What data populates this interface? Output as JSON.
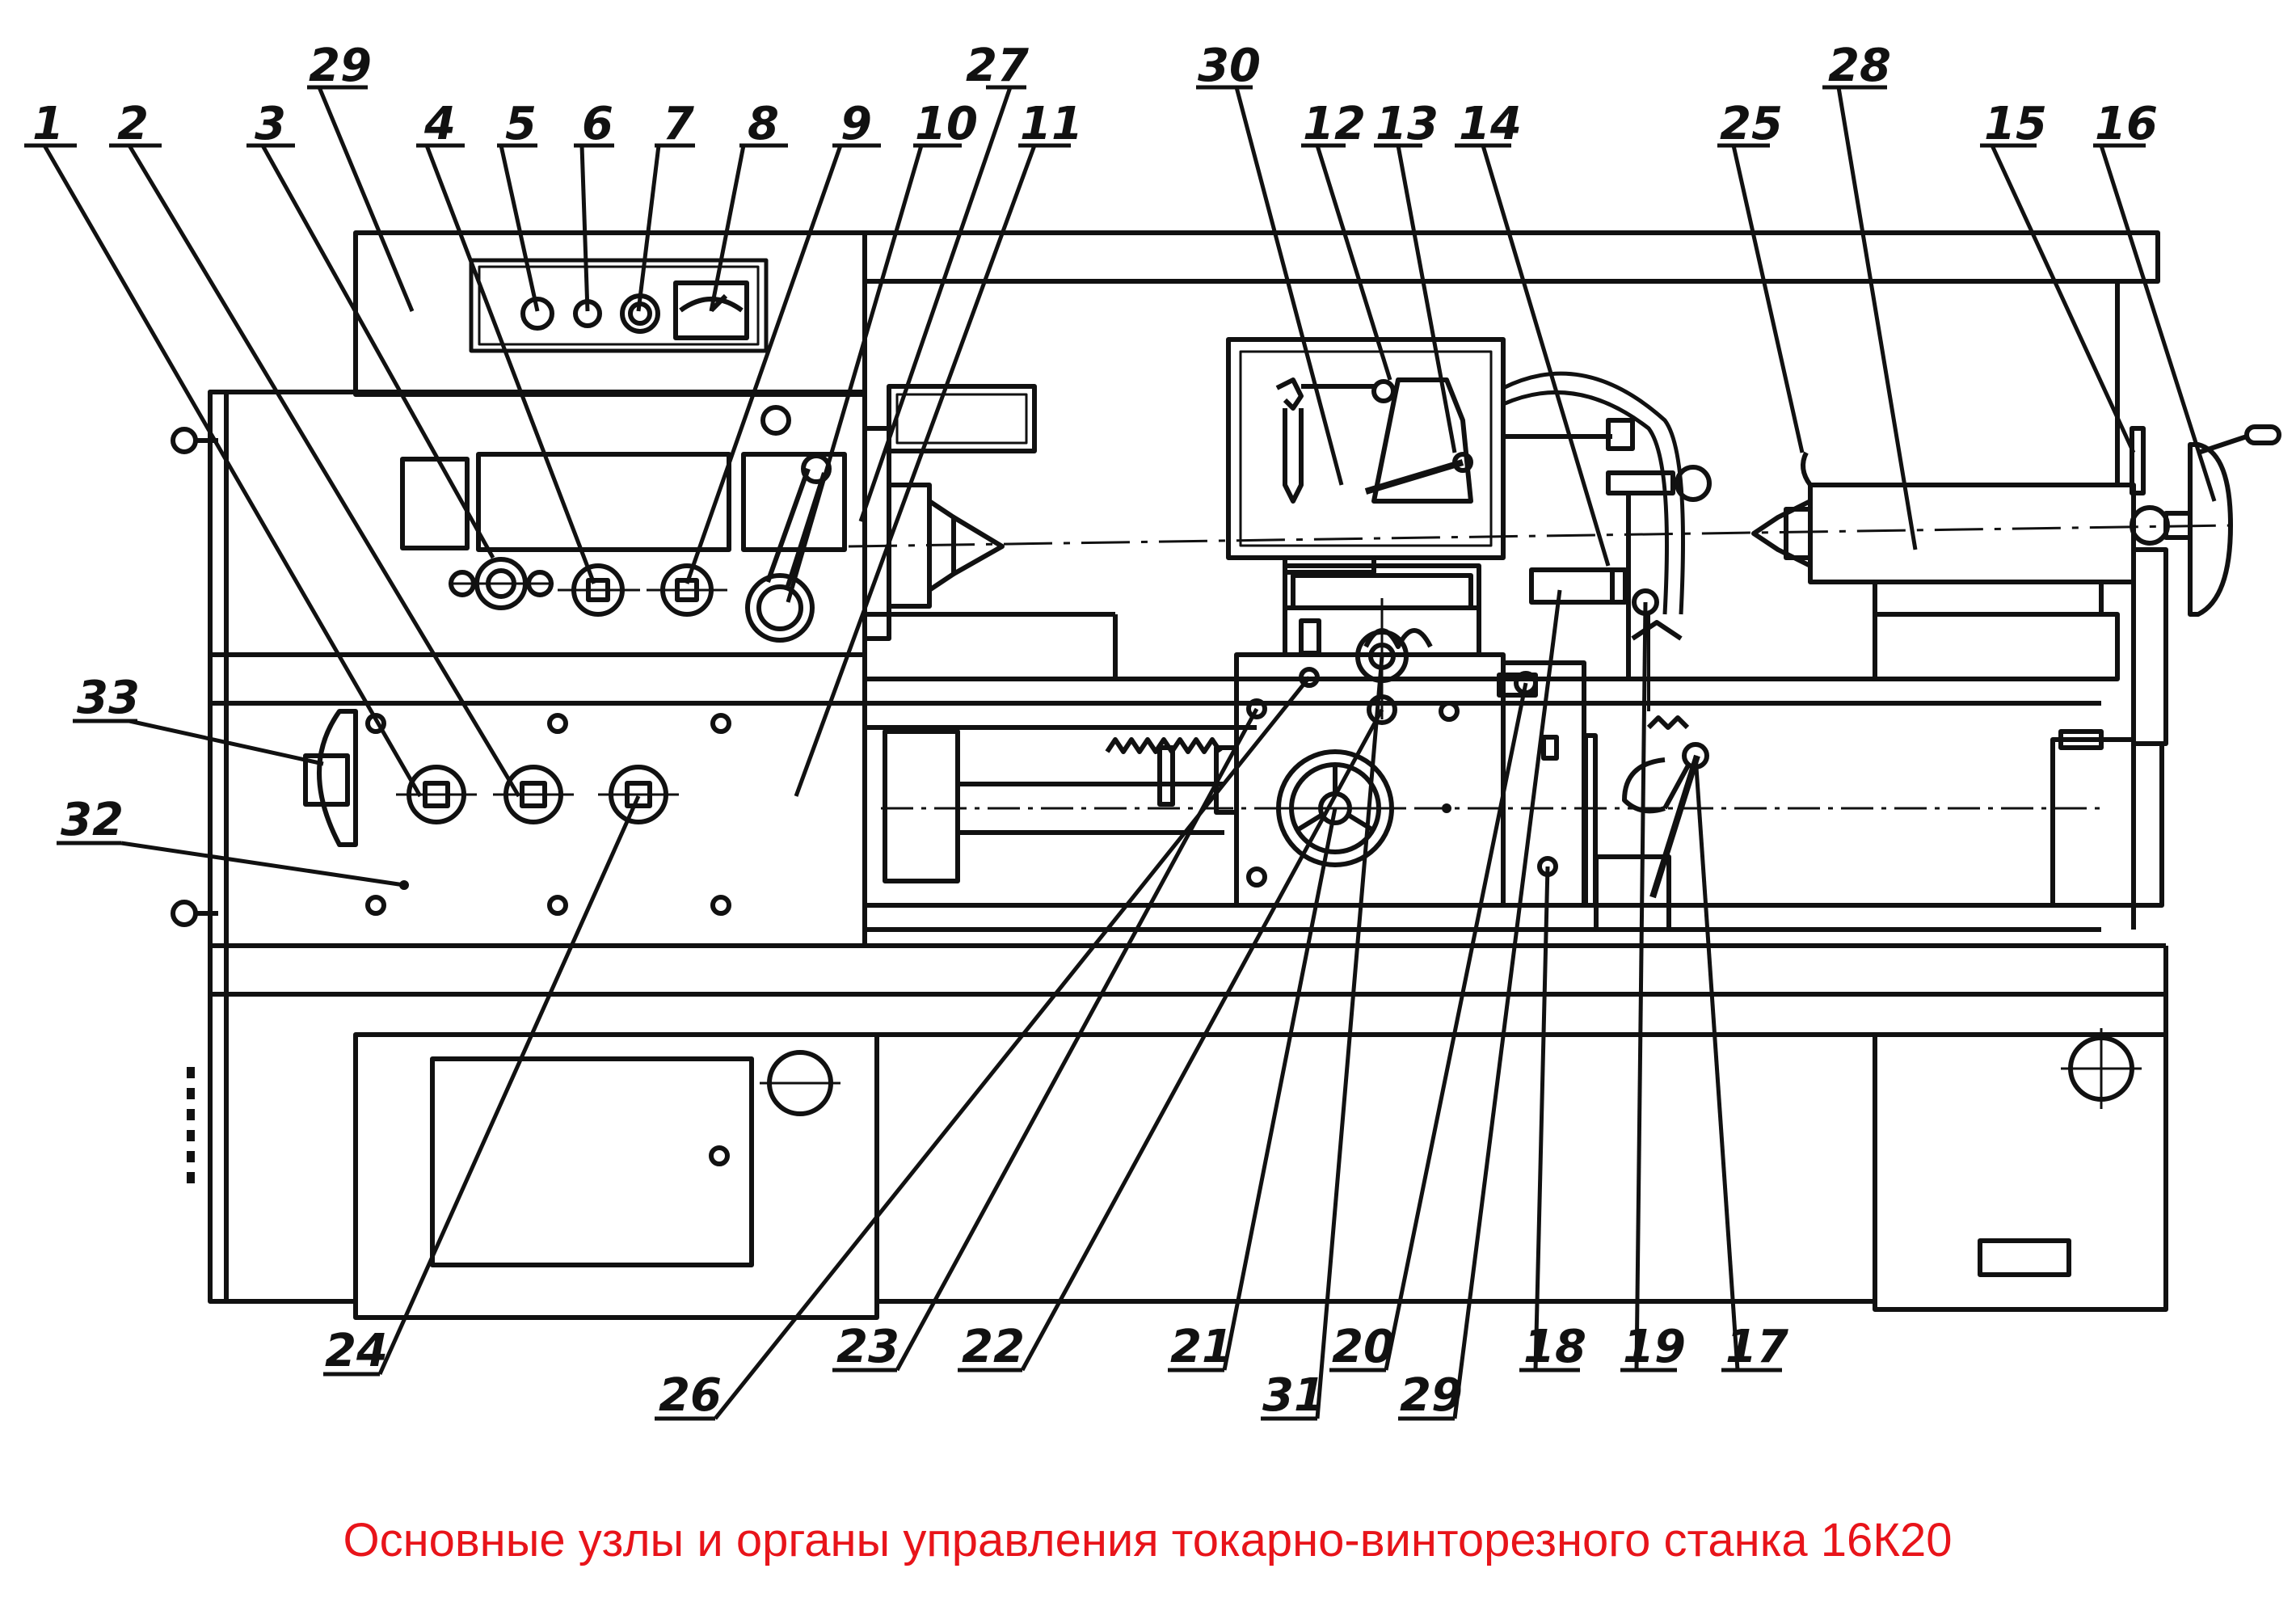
{
  "diagram": {
    "caption": "Основные узлы и органы управления токарно-винторезного станка 16К20",
    "caption_color": "#e8141a",
    "line_color": "#111111",
    "callouts": [
      {
        "id": "c1",
        "label": "1"
      },
      {
        "id": "c2",
        "label": "2"
      },
      {
        "id": "c3",
        "label": "3"
      },
      {
        "id": "c29a",
        "label": "29"
      },
      {
        "id": "c4",
        "label": "4"
      },
      {
        "id": "c5",
        "label": "5"
      },
      {
        "id": "c6",
        "label": "6"
      },
      {
        "id": "c7",
        "label": "7"
      },
      {
        "id": "c8",
        "label": "8"
      },
      {
        "id": "c9",
        "label": "9"
      },
      {
        "id": "c10",
        "label": "10"
      },
      {
        "id": "c27",
        "label": "27"
      },
      {
        "id": "c11",
        "label": "11"
      },
      {
        "id": "c30",
        "label": "30"
      },
      {
        "id": "c12",
        "label": "12"
      },
      {
        "id": "c13",
        "label": "13"
      },
      {
        "id": "c14",
        "label": "14"
      },
      {
        "id": "c25",
        "label": "25"
      },
      {
        "id": "c28",
        "label": "28"
      },
      {
        "id": "c15",
        "label": "15"
      },
      {
        "id": "c16",
        "label": "16"
      },
      {
        "id": "c33",
        "label": "33"
      },
      {
        "id": "c32",
        "label": "32"
      },
      {
        "id": "c24",
        "label": "24"
      },
      {
        "id": "c26",
        "label": "26"
      },
      {
        "id": "c23",
        "label": "23"
      },
      {
        "id": "c22",
        "label": "22"
      },
      {
        "id": "c21",
        "label": "21"
      },
      {
        "id": "c31",
        "label": "31"
      },
      {
        "id": "c20",
        "label": "20"
      },
      {
        "id": "c29b",
        "label": "29"
      },
      {
        "id": "c18",
        "label": "18"
      },
      {
        "id": "c19",
        "label": "19"
      },
      {
        "id": "c17",
        "label": "17"
      }
    ]
  }
}
